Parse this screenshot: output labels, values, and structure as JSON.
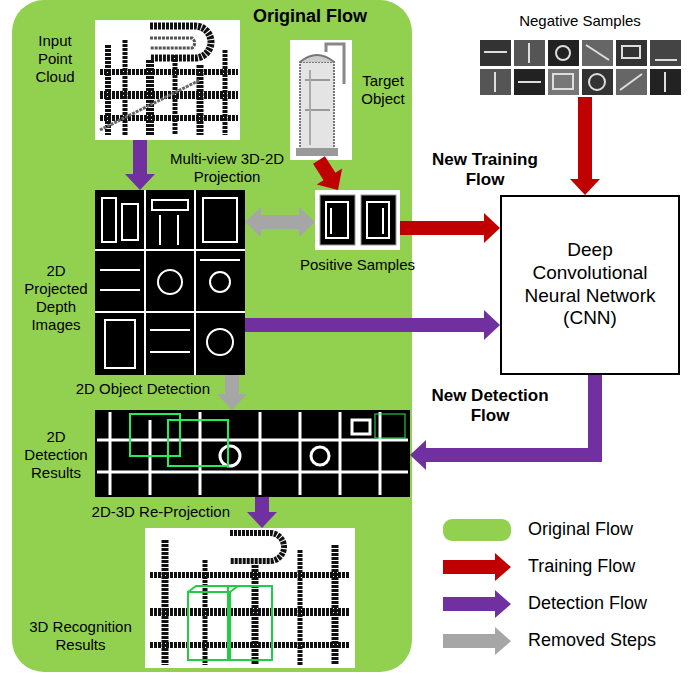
{
  "diagram": {
    "nodes": [
      {
        "text": [
          "Original Flow"
        ]
      },
      {
        "text": [
          "Input Point Cloud"
        ],
        "in": 0
      },
      {
        "text": [
          "Target Object"
        ],
        "in": 0
      },
      {
        "text": [
          "2D Projected Depth Images"
        ],
        "in": 0
      },
      {
        "text": [
          "Positive Samples"
        ],
        "in": 0
      },
      {
        "text": [
          "2D Detection Results"
        ],
        "in": 0
      },
      {
        "text": [
          "3D Recognition Results"
        ],
        "in": 0
      },
      {
        "text": [
          "Negative Samples"
        ]
      },
      {
        "text": [
          "Deep Convolutional Neural Network (CNN)"
        ]
      }
    ],
    "edges": [
      {
        "from": 1,
        "to": 3,
        "arrow": "to",
        "label": "Multi-view 3D-2D Projection"
      },
      {
        "from": 2,
        "to": 4,
        "arrow": "to"
      },
      {
        "from": 3,
        "to": 4,
        "arrow": "both"
      },
      {
        "from": 4,
        "to": 8,
        "arrow": "to",
        "label": "New Training Flow"
      },
      {
        "from": 7,
        "to": 8,
        "arrow": "to"
      },
      {
        "from": 3,
        "to": 8,
        "arrow": "to"
      },
      {
        "from": 3,
        "to": 5,
        "arrow": "to",
        "label": "2D Object Detection"
      },
      {
        "from": 8,
        "to": 5,
        "arrow": "to",
        "label": "New Detection Flow"
      },
      {
        "from": 5,
        "to": 6,
        "arrow": "to",
        "label": "2D-3D Re-Projection"
      }
    ],
    "legend": [
      {
        "text": "Original Flow",
        "color": "#92d050"
      },
      {
        "text": "Training Flow"
      },
      {
        "text": "Detection Flow"
      },
      {
        "text": "Removed Steps"
      }
    ]
  }
}
